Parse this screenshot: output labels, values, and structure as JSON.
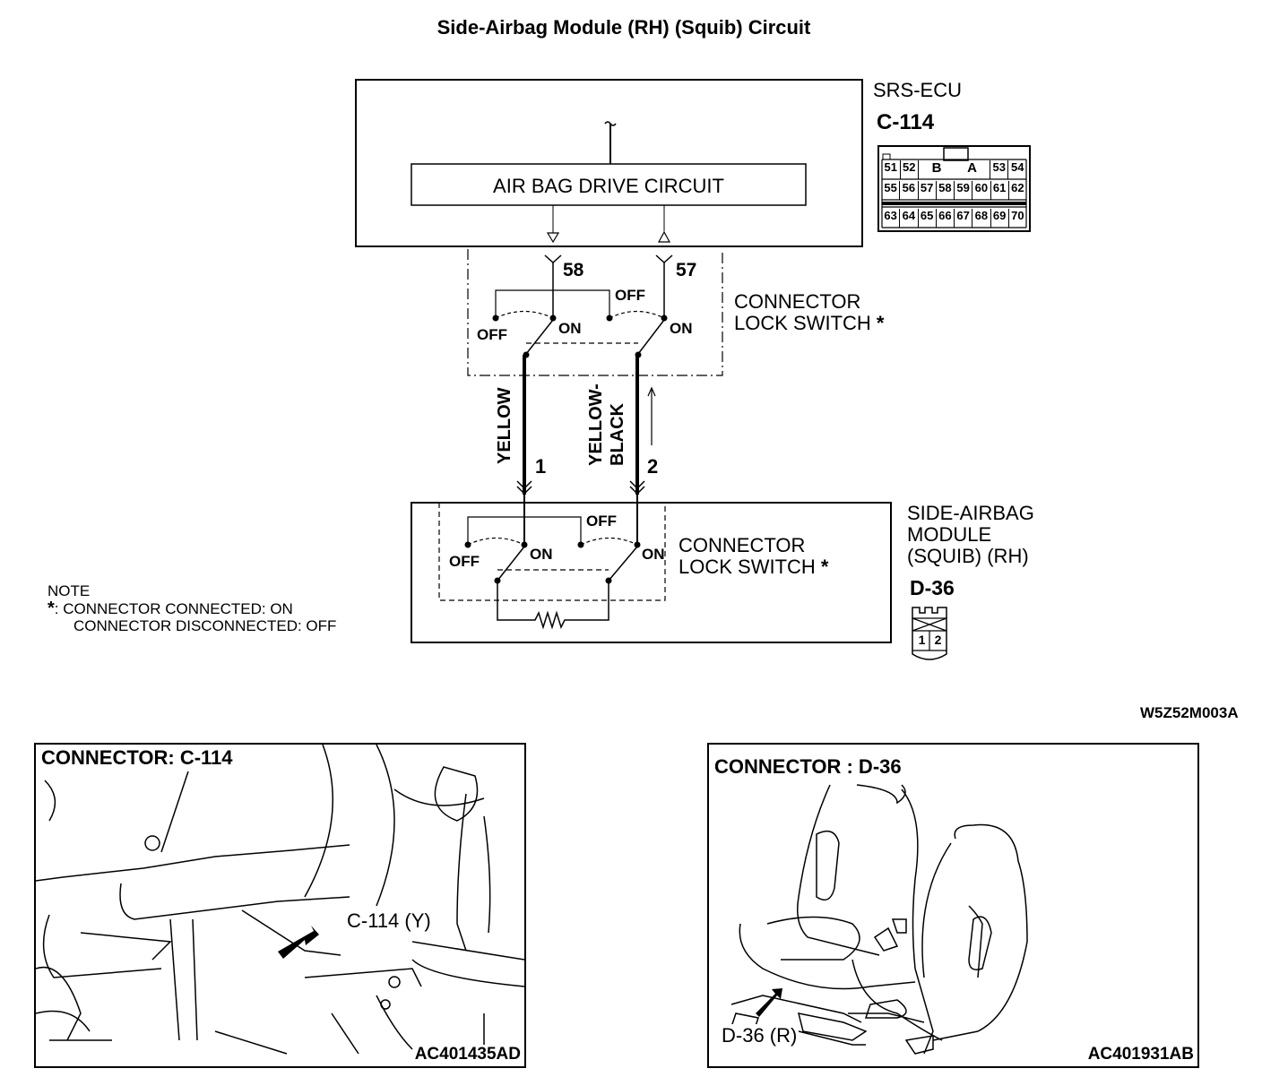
{
  "title": "Side-Airbag Module  (RH) (Squib) Circuit",
  "srs_ecu": {
    "name": "SRS-ECU",
    "connector": "C-114",
    "block_label": "AIR BAG DRIVE CIRCUIT",
    "connector_face": {
      "row1": [
        "51",
        "52",
        "B",
        "A",
        "53",
        "54"
      ],
      "row2": [
        "55",
        "56",
        "57",
        "58",
        "59",
        "60",
        "61",
        "62"
      ],
      "row3": [
        "63",
        "64",
        "65",
        "66",
        "67",
        "68",
        "69",
        "70"
      ]
    }
  },
  "ecu_switch": {
    "pins": [
      "58",
      "57"
    ],
    "off_label": "OFF",
    "on_label": "ON",
    "label_line1": "CONNECTOR",
    "label_line2": "LOCK SWITCH",
    "asterisk": "*"
  },
  "wires": [
    {
      "color": "YELLOW",
      "terminal": "1"
    },
    {
      "color_line1": "YELLOW-",
      "color_line2": "BLACK",
      "terminal": "2"
    }
  ],
  "module": {
    "name_line1": "SIDE-AIRBAG",
    "name_line2": "MODULE",
    "name_line3": "(SQUIB) (RH)",
    "connector": "D-36",
    "pins": [
      "1",
      "2"
    ],
    "switch_label_line1": "CONNECTOR",
    "switch_label_line2": "LOCK SWITCH",
    "asterisk": "*",
    "off_label": "OFF",
    "on_label": "ON"
  },
  "note": {
    "heading": "NOTE",
    "asterisk": "*",
    "line1": ": CONNECTOR CONNECTED: ON",
    "line2": "CONNECTOR DISCONNECTED: OFF"
  },
  "diagram_code": "W5Z52M003A",
  "photos": [
    {
      "title": "CONNECTOR: C-114",
      "callout": "C-114 (Y)",
      "code": "AC401435AD"
    },
    {
      "title": "CONNECTOR : D-36",
      "callout": "D-36 (R)",
      "code": "AC401931AB"
    }
  ]
}
